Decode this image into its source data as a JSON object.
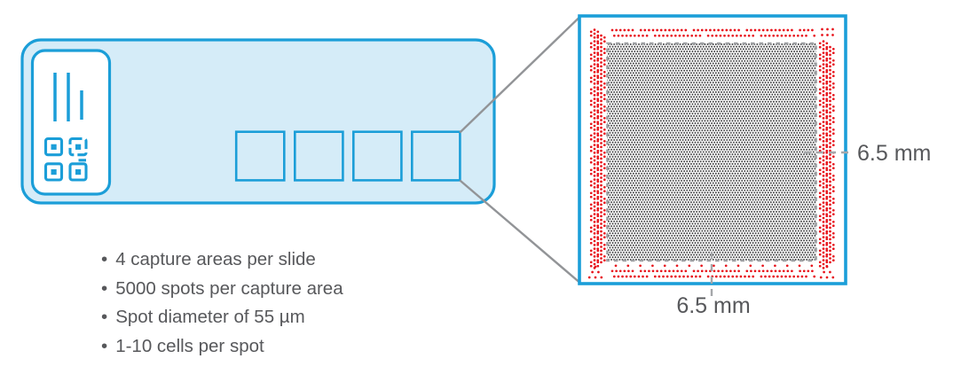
{
  "figure": {
    "description_name": "visium-slide-capture-area-diagram"
  },
  "slide": {
    "capture_area_count": 4,
    "label_icons": [
      "barcode-icon",
      "qr-code-icon"
    ]
  },
  "callout": {
    "height_label": "6.5 mm",
    "width_label": "6.5 mm"
  },
  "bullet_list": {
    "marker": "•",
    "items": [
      "4 capture areas per slide",
      "5000 spots per capture area",
      "Spot diameter of 55 µm",
      "1-10 cells per spot"
    ]
  },
  "colors": {
    "accent": "#1b9ed8",
    "slide_fill": "#d5ecf8",
    "fiducial_red": "#e8121a",
    "spot_dark": "#313133",
    "connector_gray": "#929497",
    "dash_gray": "#a5a7aa",
    "dashed_border_gray": "#9d9fa2",
    "text_gray": "#57585b"
  }
}
